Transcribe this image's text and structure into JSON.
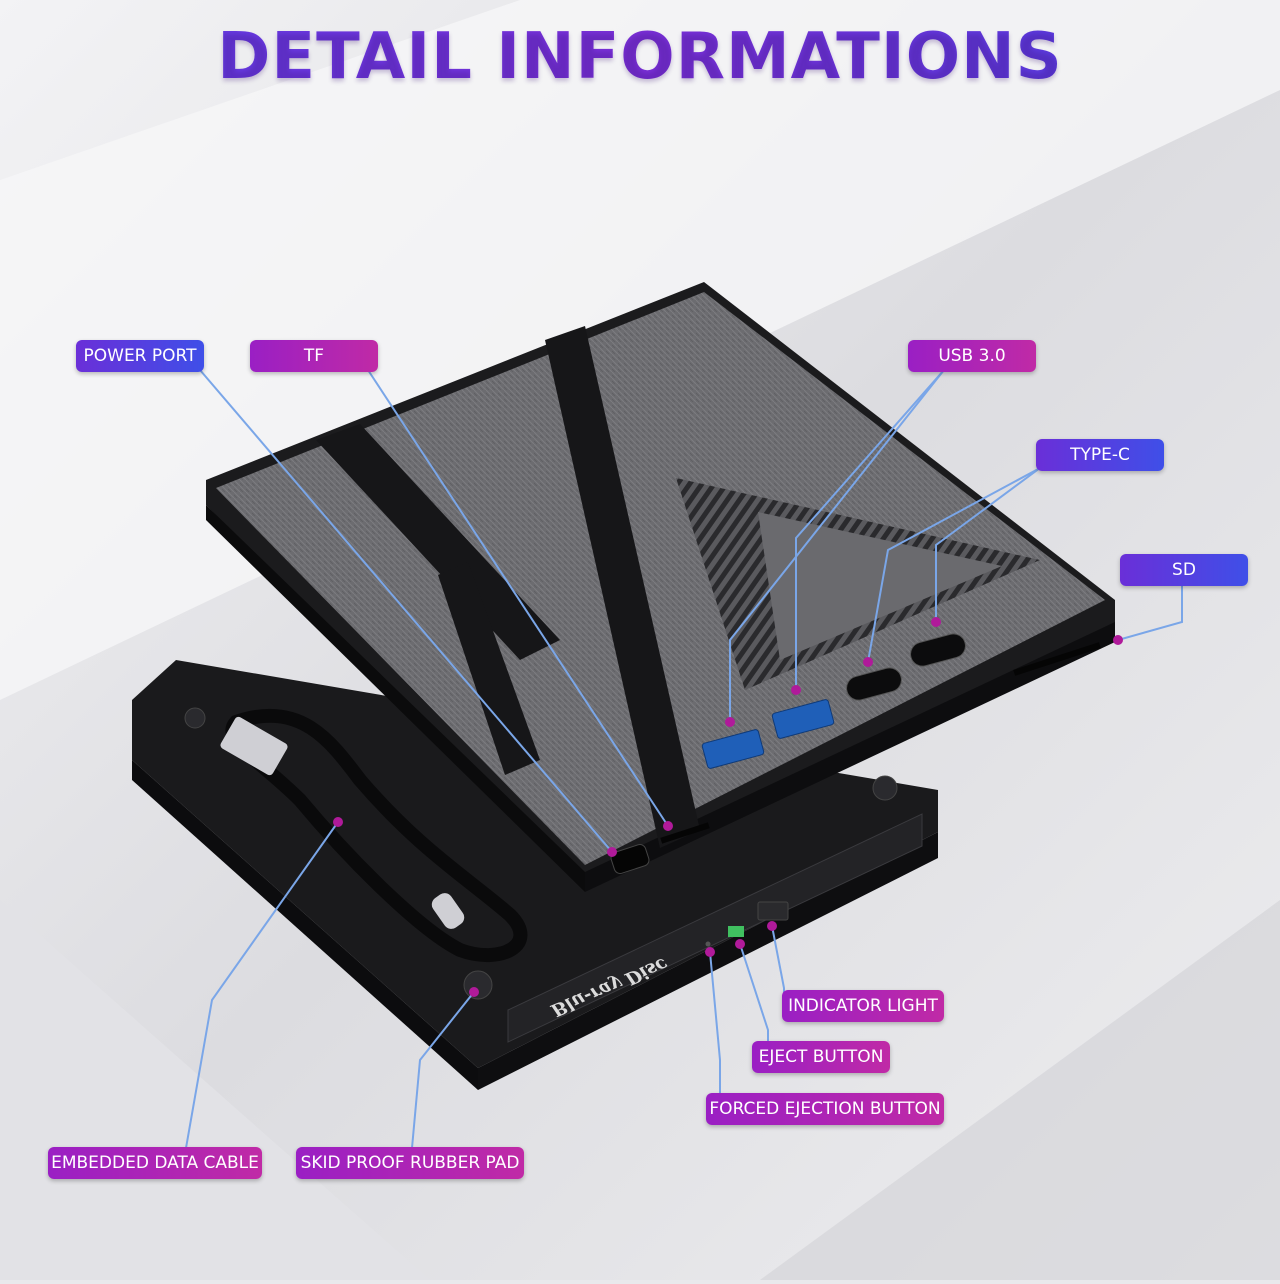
{
  "title": "DETAIL INFORMATIONS",
  "device": {
    "disc_logo_text": "Blu-ray Disc"
  },
  "labels": {
    "power_port": "POWER PORT",
    "tf": "TF",
    "usb_30": "USB 3.0",
    "type_c": "TYPE-C",
    "sd": "SD",
    "indicator_light": "INDICATOR LIGHT",
    "eject_button": "EJECT BUTTON",
    "forced_ejection_button": "FORCED EJECTION BUTTON",
    "embedded_data_cable": "EMBEDDED DATA CABLE",
    "skid_proof_rubber_pad": "SKID PROOF RUBBER PAD"
  },
  "colors": {
    "title_purple": "#6a2fd8",
    "label_blue": "#3f4fe8",
    "label_magenta": "#c02aa6",
    "leader_line": "#7aa6e8",
    "dot": "#b01a9a",
    "device_black": "#1c1c1e",
    "fabric_grey": "#6d6d70"
  }
}
